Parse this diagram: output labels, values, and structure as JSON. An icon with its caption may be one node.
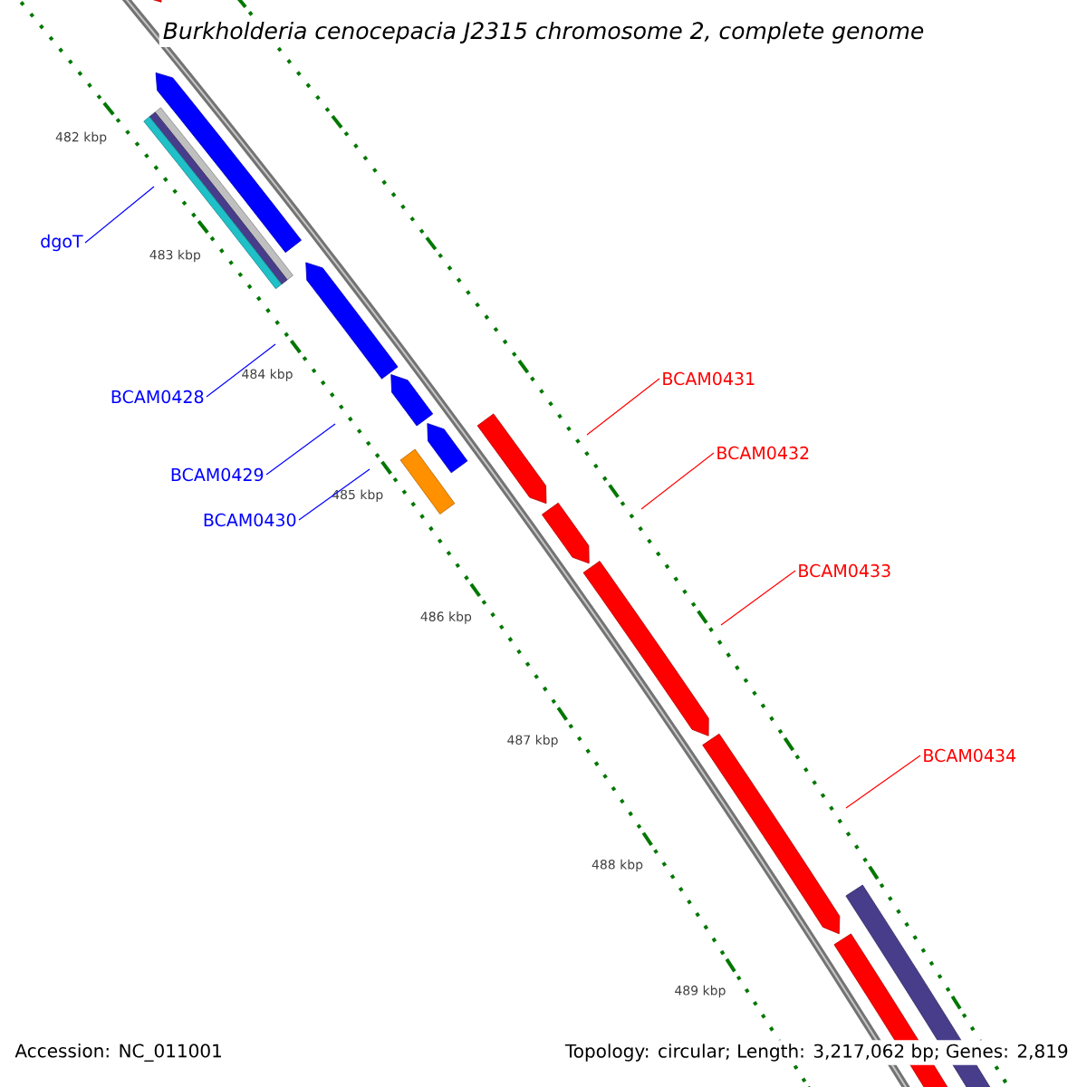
{
  "diagram": {
    "title": "Burkholderia cenocepacia J2315 chromosome 2, complete genome",
    "nodes": [
      {
        "text": [
          "dgoT"
        ]
      },
      {
        "text": [
          "BCAM0428"
        ]
      },
      {
        "text": [
          "BCAM0429"
        ]
      },
      {
        "text": [
          "BCAM0430"
        ]
      },
      {
        "text": [
          "BCAM0431"
        ]
      },
      {
        "text": [
          "BCAM0432"
        ]
      },
      {
        "text": [
          "BCAM0433"
        ]
      },
      {
        "text": [
          "BCAM0434"
        ]
      }
    ],
    "edges": [
      {
        "from": 0,
        "to": null,
        "arrow": "none",
        "color": "#0000ff"
      },
      {
        "from": 1,
        "to": null,
        "arrow": "none",
        "color": "#0000ff"
      },
      {
        "from": 2,
        "to": null,
        "arrow": "none",
        "color": "#0000ff"
      },
      {
        "from": 3,
        "to": null,
        "arrow": "none",
        "color": "#0000ff"
      },
      {
        "from": 4,
        "to": null,
        "arrow": "none",
        "color": "#ff0000"
      },
      {
        "from": 5,
        "to": null,
        "arrow": "none",
        "color": "#ff0000"
      },
      {
        "from": 6,
        "to": null,
        "arrow": "none",
        "color": "#ff0000"
      },
      {
        "from": 7,
        "to": null,
        "arrow": "none",
        "color": "#ff0000"
      }
    ],
    "labels": [
      "482 kbp",
      "483 kbp",
      "484 kbp",
      "485 kbp",
      "486 kbp",
      "487 kbp",
      "488 kbp",
      "489 kbp",
      "Accession: NC_011001",
      "Topology: circular; Length: 3,217,062 bp; Genes: 2,819"
    ]
  }
}
